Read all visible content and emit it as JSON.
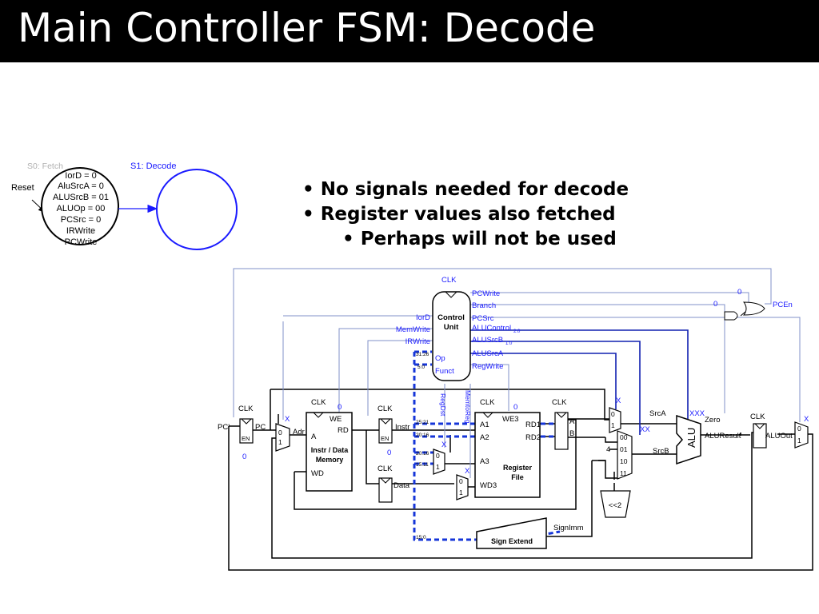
{
  "title": "Main Controller FSM: Decode",
  "bullets": [
    {
      "bullet": "•",
      "text": "No signals needed for decode"
    },
    {
      "bullet": "•",
      "text": "Register values also fetched"
    },
    {
      "bullet": "•",
      "text": "Perhaps will not be used"
    }
  ],
  "fsm": {
    "reset_label": "Reset",
    "s0_name": "S0: Fetch",
    "s0_outputs": [
      "IorD = 0",
      "AluSrcA = 0",
      "ALUSrcB = 01",
      "ALUOp = 00",
      "PCSrc = 0",
      "IRWrite",
      "PCWrite"
    ],
    "s1_name": "S1: Decode"
  },
  "datapath": {
    "control_unit": [
      "Control",
      "Unit"
    ],
    "control_outputs_left": [
      "IorD",
      "MemWrite",
      "IRWrite"
    ],
    "control_outputs_right": [
      "PCWrite",
      "Branch",
      "PCSrc",
      "ALUControl",
      "ALUSrcB",
      "ALUSrcA",
      "RegWrite"
    ],
    "alucontrol_sub": "2:0",
    "alusrcb_sub": "1:0",
    "control_inputs": [
      "Op",
      "Funct"
    ],
    "bit_ranges": [
      "31:26",
      "5:0",
      "25:21",
      "20:16",
      "20:16",
      "15:11",
      "15:0"
    ],
    "clk": "CLK",
    "regdst": "RegDst",
    "memtoreg": "MemtoReg",
    "memory": [
      "Instr / Data",
      "Memory"
    ],
    "memory_ports": [
      "WE",
      "A",
      "RD",
      "WD"
    ],
    "regfile": [
      "Register",
      "File"
    ],
    "regfile_ports": [
      "WE3",
      "A1",
      "A2",
      "A3",
      "WD3",
      "RD1",
      "RD2"
    ],
    "sign_extend": "Sign Extend",
    "shift": "<<2",
    "alu": "ALU",
    "signals": {
      "pc_prime": "PC'",
      "pc": "PC",
      "en": "EN",
      "adr": "Adr",
      "instr": "Instr",
      "data": "Data",
      "srca": "SrcA",
      "srcb": "SrcB",
      "zero": "Zero",
      "aluresult": "ALUResult",
      "aluout": "ALUOut",
      "pcen": "PCEn",
      "signimm": "SignImm",
      "a": "A",
      "b": "B",
      "four": "4"
    },
    "mux_inputs": [
      "0",
      "1",
      "00",
      "01",
      "10",
      "11"
    ],
    "values": {
      "x": "X",
      "xx": "XX",
      "xxx": "XXX",
      "zero": "0"
    }
  },
  "colors": {
    "state_blue": "#1a1aff",
    "line_blue": "#8090c8",
    "highlight_blue": "#1020b0",
    "dashed_blue": "#1535d8"
  }
}
